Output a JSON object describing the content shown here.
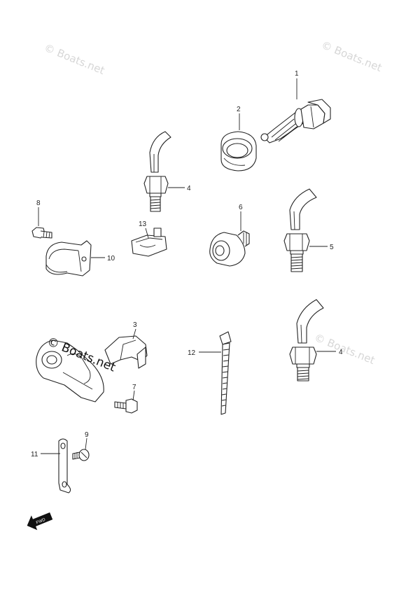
{
  "watermarks": {
    "top_left": "© Boats.net",
    "top_right": "© Boats.net",
    "middle_right": "© Boats.net",
    "center_left": "© Boats.net"
  },
  "callouts": {
    "p1": "1",
    "p2": "2",
    "p3": "3",
    "p4a": "4",
    "p4b": "4",
    "p5": "5",
    "p6": "6",
    "p7": "7",
    "p8": "8",
    "p9": "9",
    "p10": "10",
    "p11": "11",
    "p12": "12",
    "p13": "13"
  },
  "fwd_label": "FWD"
}
